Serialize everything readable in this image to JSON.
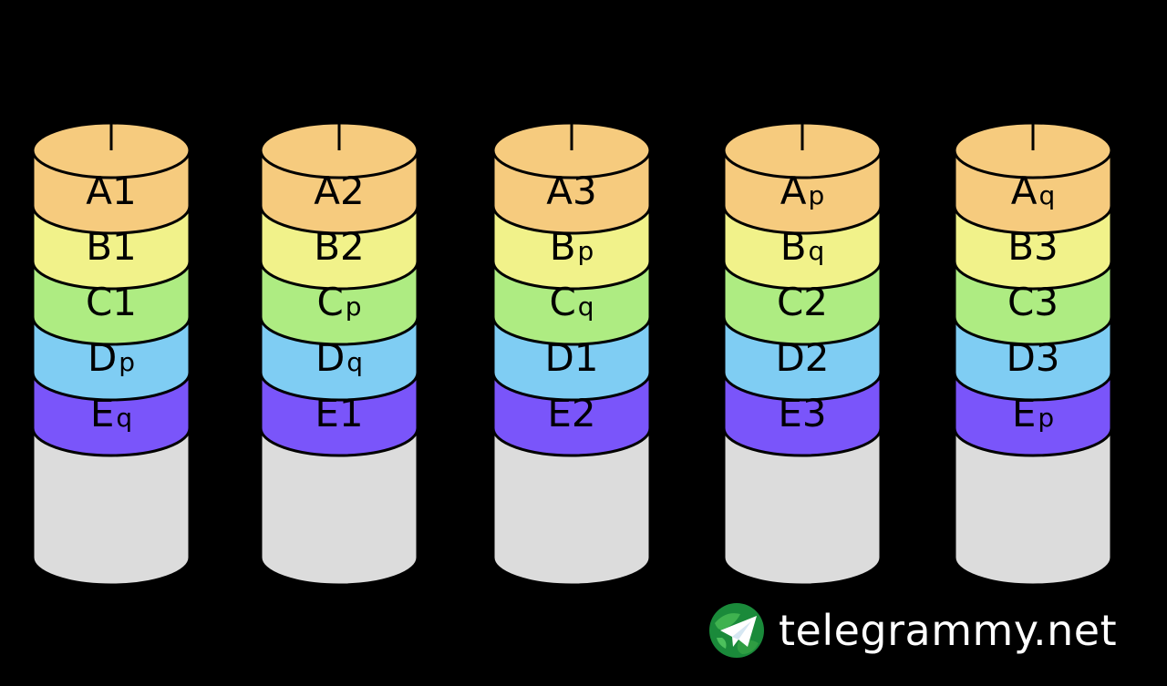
{
  "colors": {
    "background": "#000000",
    "layers": [
      "#F6CB7E",
      "#F1F28A",
      "#AEEC82",
      "#7FCDF3",
      "#7A55FA"
    ],
    "body": "#DCDCDC",
    "outline": "#000000"
  },
  "disks": [
    {
      "blocks": [
        {
          "main": "A1",
          "sub": ""
        },
        {
          "main": "B1",
          "sub": ""
        },
        {
          "main": "C1",
          "sub": ""
        },
        {
          "main": "D",
          "sub": "p"
        },
        {
          "main": "E",
          "sub": "q"
        }
      ]
    },
    {
      "blocks": [
        {
          "main": "A2",
          "sub": ""
        },
        {
          "main": "B2",
          "sub": ""
        },
        {
          "main": "C",
          "sub": "p"
        },
        {
          "main": "D",
          "sub": "q"
        },
        {
          "main": "E1",
          "sub": ""
        }
      ]
    },
    {
      "blocks": [
        {
          "main": "A3",
          "sub": ""
        },
        {
          "main": "B",
          "sub": "p"
        },
        {
          "main": "C",
          "sub": "q"
        },
        {
          "main": "D1",
          "sub": ""
        },
        {
          "main": "E2",
          "sub": ""
        }
      ]
    },
    {
      "blocks": [
        {
          "main": "A",
          "sub": "p"
        },
        {
          "main": "B",
          "sub": "q"
        },
        {
          "main": "C2",
          "sub": ""
        },
        {
          "main": "D2",
          "sub": ""
        },
        {
          "main": "E3",
          "sub": ""
        }
      ]
    },
    {
      "blocks": [
        {
          "main": "A",
          "sub": "q"
        },
        {
          "main": "B3",
          "sub": ""
        },
        {
          "main": "C3",
          "sub": ""
        },
        {
          "main": "D3",
          "sub": ""
        },
        {
          "main": "E",
          "sub": "p"
        }
      ]
    }
  ],
  "watermark": {
    "text": "telegrammy.net",
    "icon": "telegram-globe-icon"
  }
}
